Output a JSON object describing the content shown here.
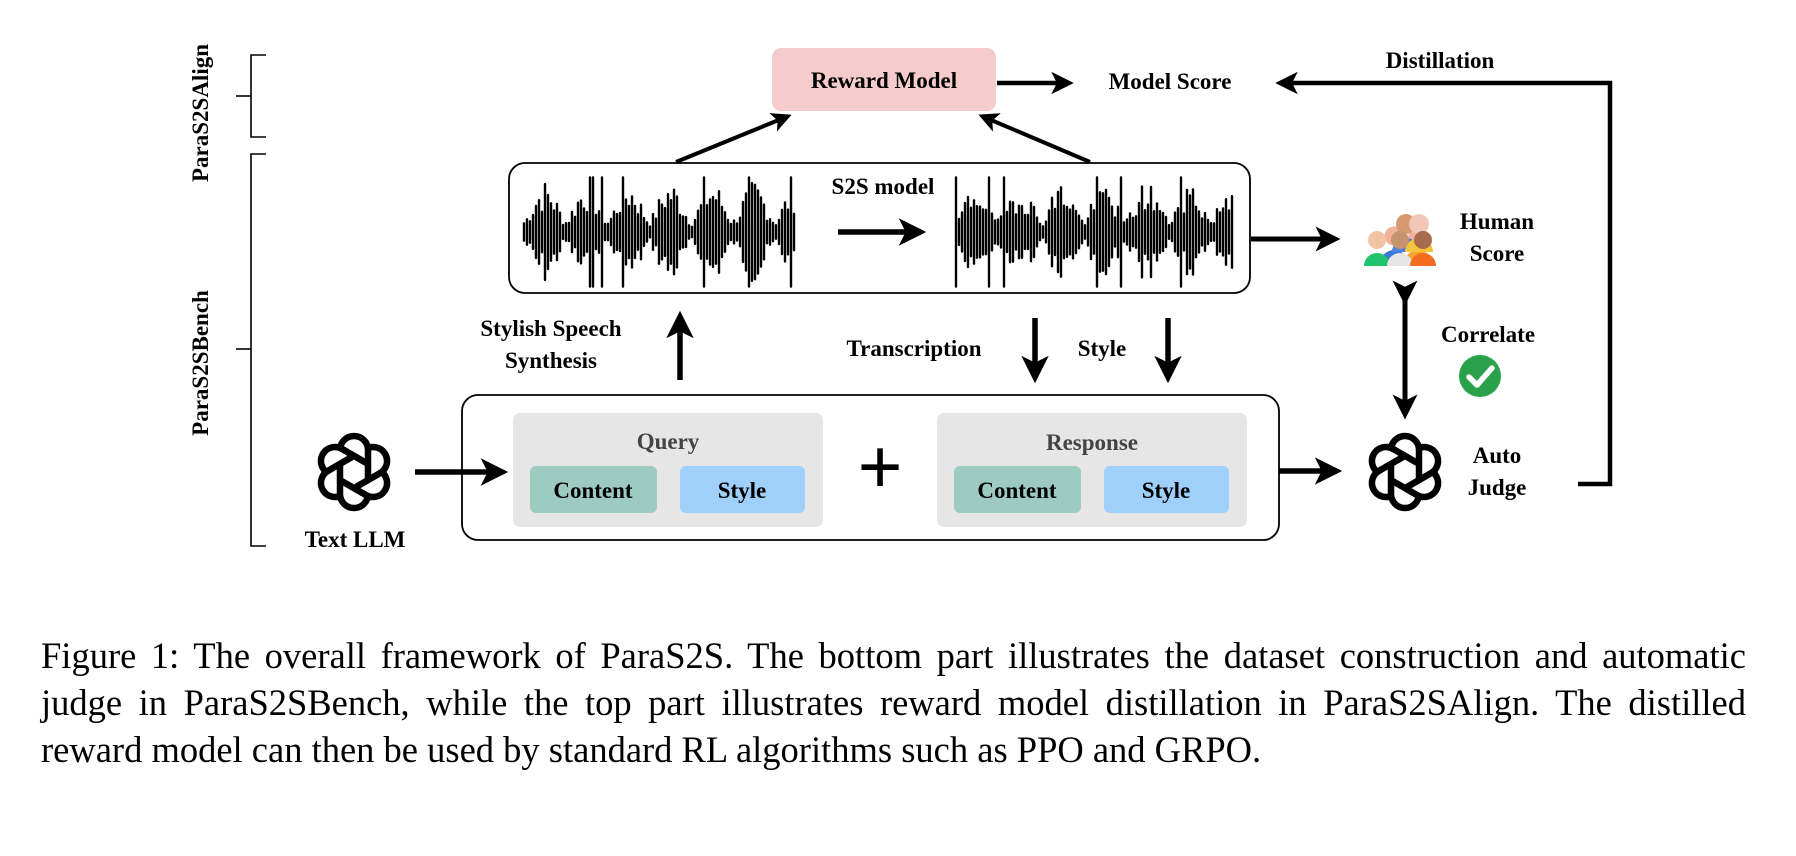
{
  "sections": {
    "align": "ParaS2SAlign",
    "bench": "ParaS2SBench"
  },
  "nodes": {
    "reward_model": "Reward Model",
    "model_score": "Model Score",
    "distillation": "Distillation",
    "s2s_model": "S2S model",
    "human_score_line1": "Human",
    "human_score_line2": "Score",
    "correlate": "Correlate",
    "stylish_line1": "Stylish Speech",
    "stylish_line2": "Synthesis",
    "transcription": "Transcription",
    "style_arrow": "Style",
    "query_title": "Query",
    "query_content": "Content",
    "query_style": "Style",
    "response_title": "Response",
    "response_content": "Content",
    "response_style": "Style",
    "plus": "+",
    "text_llm": "Text LLM",
    "auto_judge_line1": "Auto",
    "auto_judge_line2": "Judge"
  },
  "colors": {
    "reward_fill": "#f6cbcb",
    "content_fill": "#9ecbc1",
    "style_fill": "#9ed0fb",
    "panel_fill": "#e6e6e6",
    "check_green": "#2aa14a"
  },
  "icons": {
    "openai": "openai-logo-icon",
    "people": "people-group-icon",
    "check": "checkmark-circle-icon",
    "waveform": "audio-waveform-icon"
  },
  "caption": "Figure 1: The overall framework of ParaS2S. The bottom part illustrates the dataset construction and automatic judge in ParaS2SBench, while the top part illustrates reward model distillation in ParaS2SAlign. The distilled reward model can then be used by standard RL algorithms such as PPO and GRPO."
}
